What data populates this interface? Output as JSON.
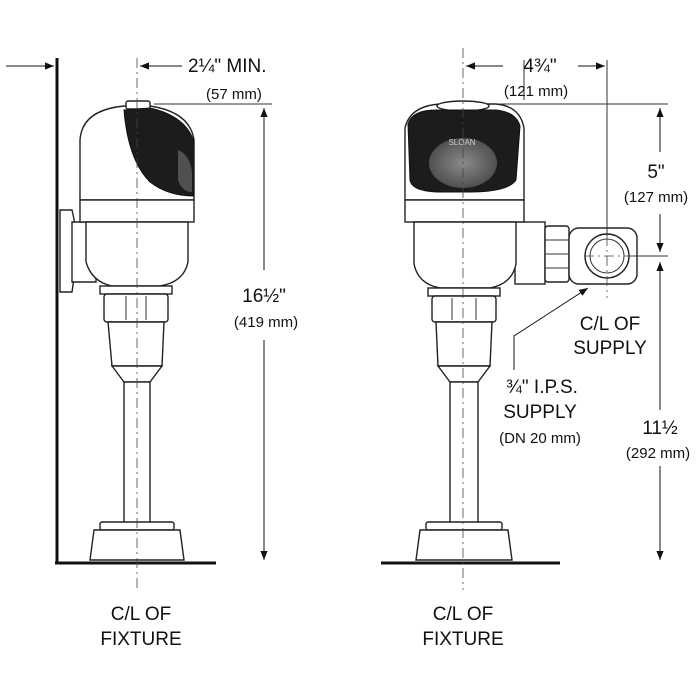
{
  "left_view": {
    "offset_label": "2¼\" MIN.",
    "offset_metric": "(57 mm)",
    "height_label": "16½\"",
    "height_metric": "(419 mm)",
    "centerline_label_1": "C/L OF",
    "centerline_label_2": "FIXTURE"
  },
  "right_view": {
    "width_label": "4¾\"",
    "width_metric": "(121 mm)",
    "supply_offset_label": "5\"",
    "supply_offset_metric": "(127 mm)",
    "supply_height_label": "11½",
    "supply_height_metric": "(292 mm)",
    "supply_cl_label_1": "C/L OF",
    "supply_cl_label_2": "SUPPLY",
    "ips_label_1": "¾\" I.P.S.",
    "ips_label_2": "SUPPLY",
    "ips_label_3": "(DN 20 mm)",
    "brand_text": "SLOAN",
    "centerline_label_1": "C/L OF",
    "centerline_label_2": "FIXTURE"
  }
}
